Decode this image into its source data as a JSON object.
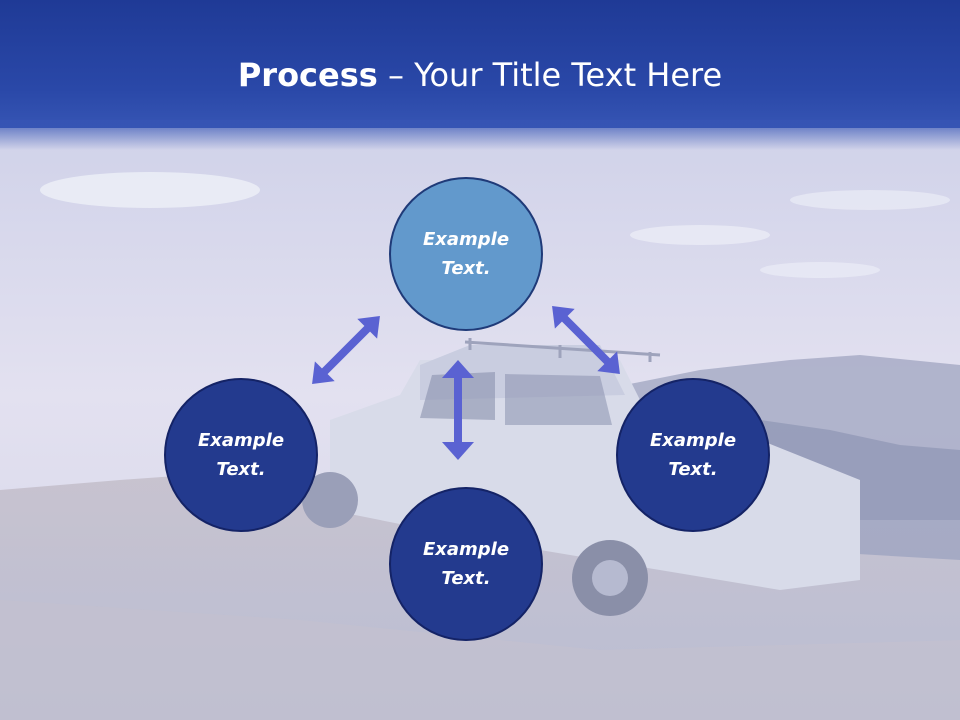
{
  "title": {
    "bold": "Process",
    "rest": " – Your Title Text Here"
  },
  "nodes": {
    "top": "Example Text.",
    "left": "Example Text.",
    "right": "Example Text.",
    "bottom": "Example Text."
  },
  "colors": {
    "title_bar": "#2a48a8",
    "circle_light": "#6299cc",
    "circle_dark": "#233a8e",
    "arrow": "#5a62d2"
  }
}
